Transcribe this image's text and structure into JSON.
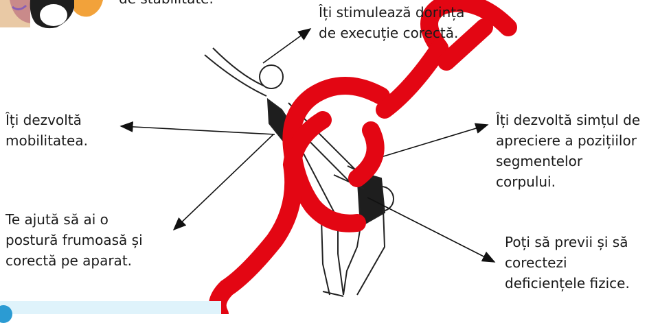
{
  "corner_text": "de stabilitate.",
  "labels": {
    "top": [
      "Îți stimulează dorința",
      "de execuție corectă."
    ],
    "left_1": [
      "Îți dezvoltă",
      "mobilitatea."
    ],
    "left_2": [
      "Te ajută să ai o",
      "postură frumoasă și",
      "corectă pe aparat."
    ],
    "right_1": [
      "Îți dezvoltă simțul de",
      "apreciere a pozițiilor",
      "segmentelor",
      "corpului."
    ],
    "right_2": [
      "Poți să previi și să",
      "corectezi",
      "deficiențele fizice."
    ]
  },
  "colors": {
    "text": "#1a1a1a",
    "arrow": "#111111",
    "watermark": "#e30613",
    "tip_box": "#dff3fb",
    "tip_bubble": "#2b9bd3"
  },
  "icons": {
    "mascot": "penguin-mascot-icon",
    "illustration": "gymnasts-stretching-illustration"
  }
}
